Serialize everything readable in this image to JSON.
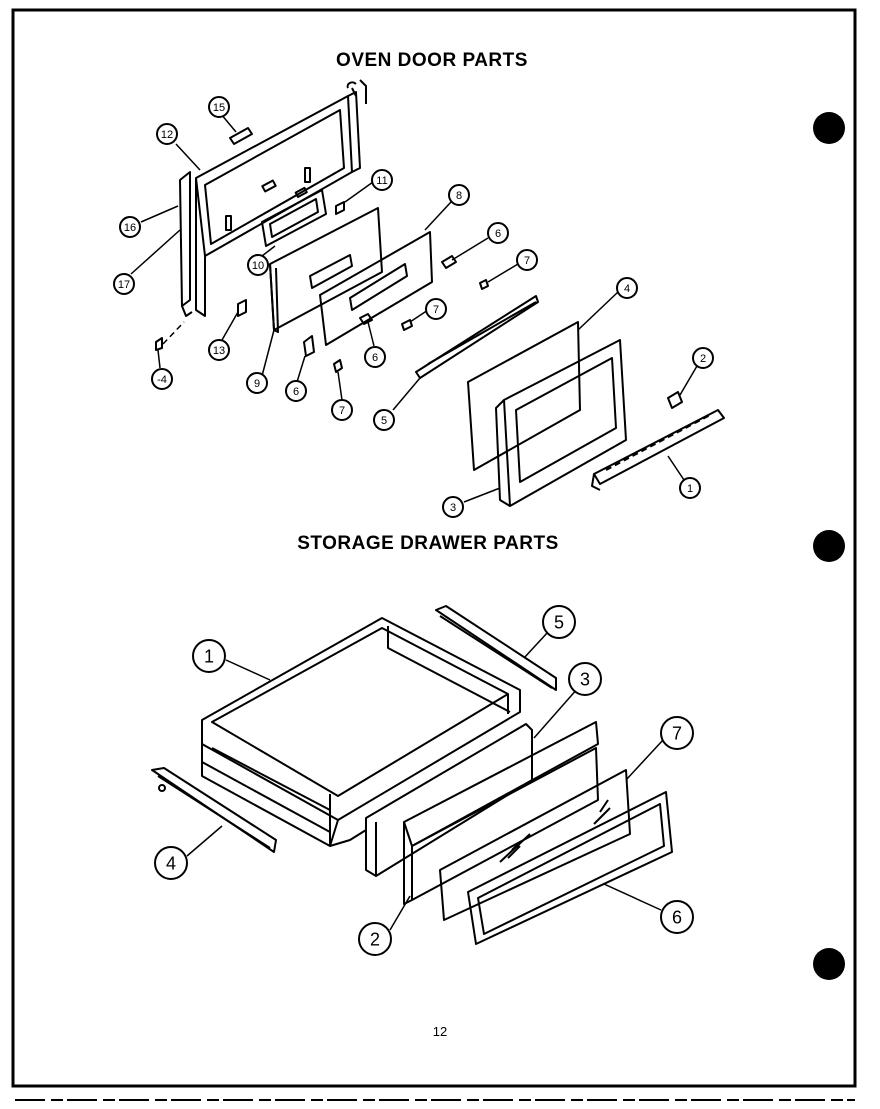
{
  "titles": {
    "oven": "OVEN DOOR PARTS",
    "drawer": "STORAGE DRAWER PARTS"
  },
  "page_number": "12",
  "oven_callouts": [
    "15",
    "12",
    "11",
    "8",
    "16",
    "17",
    "10",
    "6",
    "7",
    "7",
    "13",
    "9",
    "6",
    "7",
    "6",
    "4",
    "-4",
    "2",
    "5",
    "3",
    "1"
  ],
  "drawer_callouts": [
    "1",
    "5",
    "3",
    "7",
    "4",
    "2",
    "6"
  ]
}
